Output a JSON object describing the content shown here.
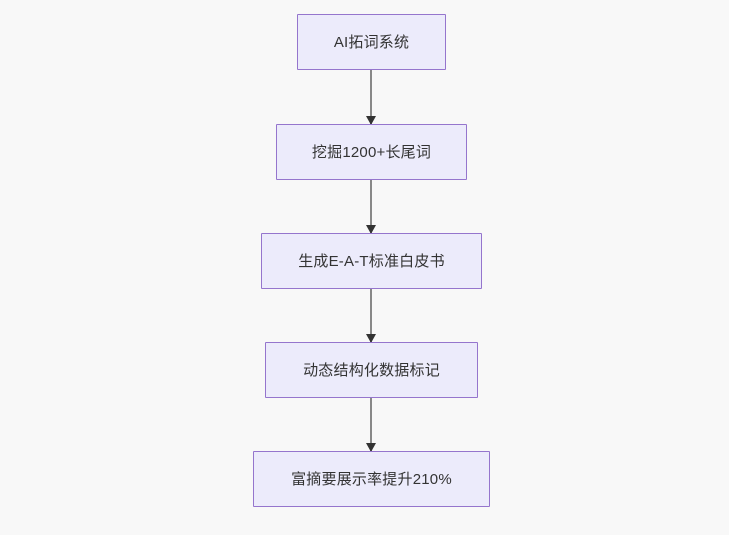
{
  "diagram": {
    "type": "flowchart",
    "direction": "top-to-bottom",
    "theme": {
      "page_background": "#f8f8f8",
      "node_fill": "#ecebfb",
      "node_border": "#9575cd",
      "node_text": "#333333",
      "edge_line": "#888888",
      "edge_arrowhead": "#333333"
    },
    "nodes": [
      {
        "id": "n1",
        "label": "AI拓词系统"
      },
      {
        "id": "n2",
        "label": "挖掘1200+长尾词"
      },
      {
        "id": "n3",
        "label": "生成E-A-T标准白皮书"
      },
      {
        "id": "n4",
        "label": "动态结构化数据标记"
      },
      {
        "id": "n5",
        "label": "富摘要展示率提升210%"
      }
    ],
    "edges": [
      {
        "from": "n1",
        "to": "n2",
        "label": ""
      },
      {
        "from": "n2",
        "to": "n3",
        "label": ""
      },
      {
        "from": "n3",
        "to": "n4",
        "label": ""
      },
      {
        "from": "n4",
        "to": "n5",
        "label": ""
      }
    ]
  }
}
